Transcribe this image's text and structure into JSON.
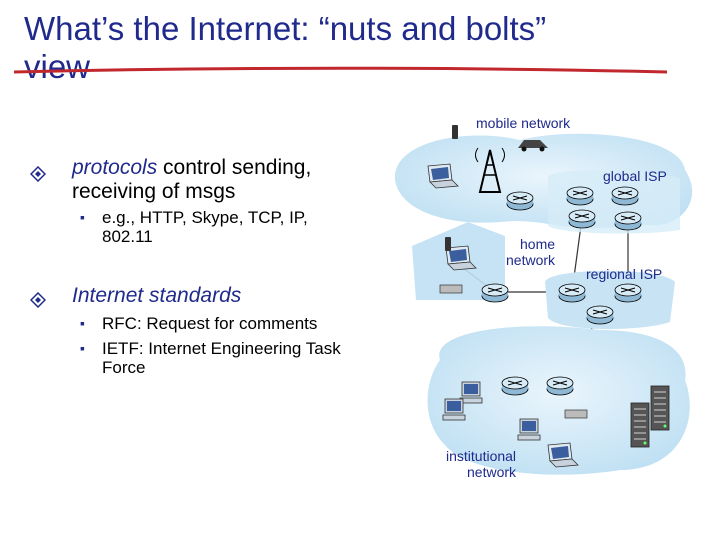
{
  "slide": {
    "title_line1": "What’s the Internet: “nuts and bolts”",
    "title_line2": "view",
    "bullets": [
      {
        "em": "protocols",
        "text_line1": " control sending,",
        "text_line2": "receiving of msgs",
        "sub": [
          {
            "line1": "e.g., HTTP, Skype, TCP, IP,",
            "line2": "802.11"
          }
        ]
      },
      {
        "em": "Internet  standards",
        "sub": [
          {
            "line1": "RFC: Request for comments",
            "line2": ""
          },
          {
            "line1": "IETF: Internet Engineering Task",
            "line2": "Force"
          }
        ]
      }
    ]
  },
  "diagram": {
    "labels": {
      "mobile": "mobile network",
      "global": "global ISP",
      "home_line1": "home",
      "home_line2": "network",
      "regional": "regional ISP",
      "inst_line1": "institutional",
      "inst_line2": "network"
    }
  },
  "colors": {
    "title": "#1f2a8c",
    "rule": "#c0282d",
    "cloud": "#cfe6f5",
    "router": "#b9d7ea"
  }
}
